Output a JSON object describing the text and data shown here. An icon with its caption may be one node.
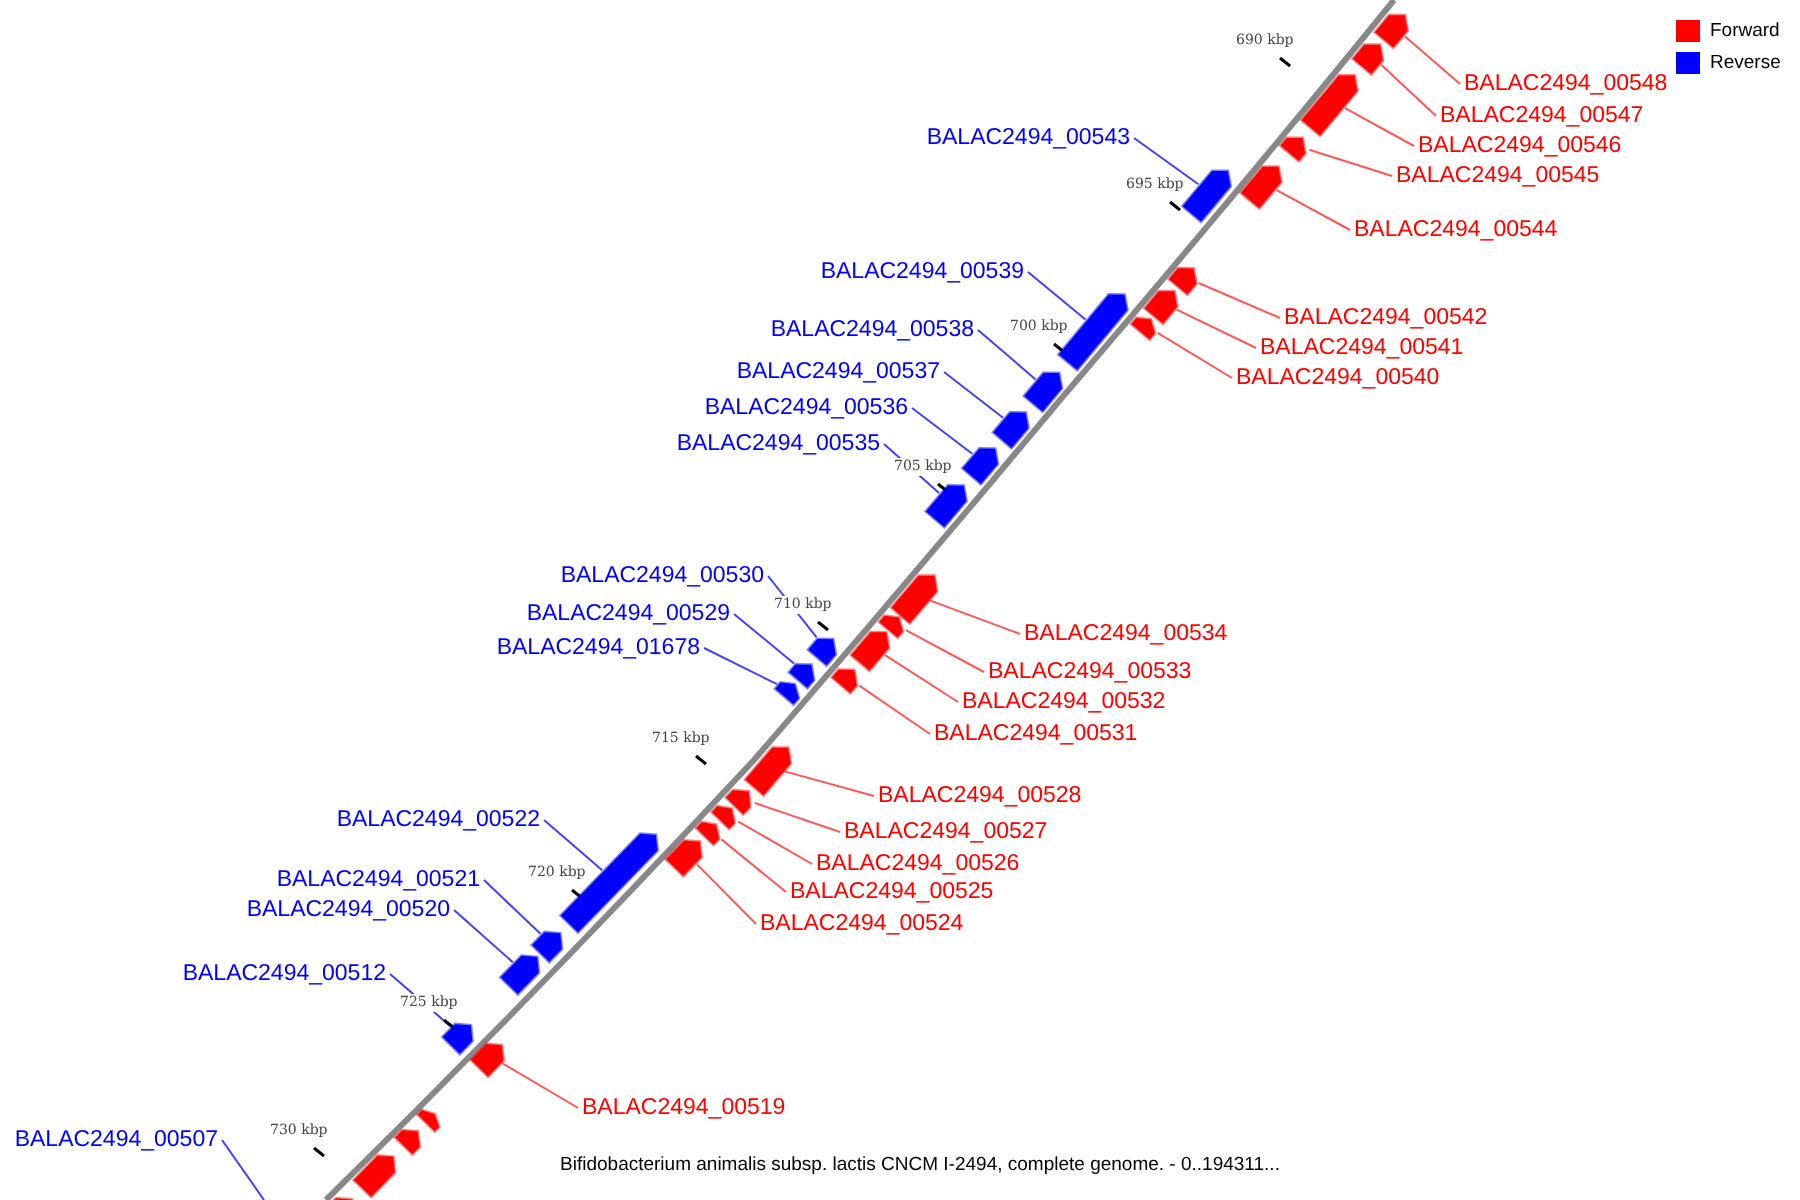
{
  "diagram": {
    "caption": "Bifidobacterium animalis subsp. lactis CNCM I-2494, complete genome. - 0..194311...",
    "nodes": [
      {
        "text": [
          "BALAC2494_00548"
        ]
      },
      {
        "text": [],
        "shape": "bar"
      },
      {
        "text": [
          "BALAC2494_00547"
        ]
      },
      {
        "text": [],
        "shape": "bar"
      },
      {
        "text": [
          "BALAC2494_00546"
        ]
      },
      {
        "text": [],
        "shape": "bar"
      },
      {
        "text": [
          "BALAC2494_00545"
        ]
      },
      {
        "text": [],
        "shape": "bar"
      },
      {
        "text": [
          "BALAC2494_00544"
        ]
      },
      {
        "text": [],
        "shape": "bar"
      },
      {
        "text": [
          "BALAC2494_00543"
        ]
      },
      {
        "text": [],
        "shape": "bar"
      },
      {
        "text": [
          "BALAC2494_00539"
        ]
      },
      {
        "text": [],
        "shape": "bar"
      },
      {
        "text": [
          "BALAC2494_00542"
        ]
      },
      {
        "text": [],
        "shape": "bar"
      },
      {
        "text": [
          "BALAC2494_00538"
        ]
      },
      {
        "text": [],
        "shape": "bar"
      },
      {
        "text": [
          "BALAC2494_00541"
        ]
      },
      {
        "text": [],
        "shape": "bar"
      },
      {
        "text": [
          "BALAC2494_00537"
        ]
      },
      {
        "text": [],
        "shape": "bar"
      },
      {
        "text": [
          "BALAC2494_00540"
        ]
      },
      {
        "text": [],
        "shape": "bar"
      },
      {
        "text": [
          "BALAC2494_00536"
        ]
      },
      {
        "text": [],
        "shape": "bar"
      },
      {
        "text": [
          "BALAC2494_00535"
        ]
      },
      {
        "text": [],
        "shape": "bar"
      },
      {
        "text": [
          "BALAC2494_00530"
        ]
      },
      {
        "text": [],
        "shape": "bar"
      },
      {
        "text": [
          "BALAC2494_00529"
        ]
      },
      {
        "text": [],
        "shape": "bar"
      },
      {
        "text": [
          "BALAC2494_00534"
        ]
      },
      {
        "text": [],
        "shape": "bar"
      },
      {
        "text": [
          "BALAC2494_01678"
        ]
      },
      {
        "text": [],
        "shape": "bar"
      },
      {
        "text": [
          "BALAC2494_00533"
        ]
      },
      {
        "text": [],
        "shape": "bar"
      },
      {
        "text": [
          "BALAC2494_00532"
        ]
      },
      {
        "text": [],
        "shape": "bar"
      },
      {
        "text": [
          "BALAC2494_00531"
        ]
      },
      {
        "text": [],
        "shape": "bar"
      },
      {
        "text": [
          "BALAC2494_00528"
        ]
      },
      {
        "text": [],
        "shape": "bar"
      },
      {
        "text": [
          "BALAC2494_00522"
        ]
      },
      {
        "text": [],
        "shape": "bar"
      },
      {
        "text": [
          "BALAC2494_00527"
        ]
      },
      {
        "text": [],
        "shape": "bar"
      },
      {
        "text": [
          "BALAC2494_00526"
        ]
      },
      {
        "text": [],
        "shape": "bar"
      },
      {
        "text": [
          "BALAC2494_00525"
        ]
      },
      {
        "text": [],
        "shape": "bar"
      },
      {
        "text": [
          "BALAC2494_00521"
        ]
      },
      {
        "text": [],
        "shape": "bar"
      },
      {
        "text": [
          "BALAC2494_00520"
        ]
      },
      {
        "text": [],
        "shape": "bar"
      },
      {
        "text": [
          "BALAC2494_00524"
        ]
      },
      {
        "text": [],
        "shape": "bar"
      },
      {
        "text": [
          "BALAC2494_00512"
        ]
      },
      {
        "text": [],
        "shape": "bar"
      },
      {
        "text": [
          "BALAC2494_00519"
        ]
      },
      {
        "text": [],
        "shape": "bar"
      },
      {
        "text": [
          "BALAC2494_00507"
        ]
      },
      {
        "text": [],
        "shape": "bar"
      },
      {
        "text": [],
        "shape": "bar"
      },
      {
        "text": [],
        "shape": "bar"
      },
      {
        "text": [],
        "shape": "bar"
      }
    ],
    "edges": [
      {
        "from": 0,
        "to": 1,
        "arrow": "none"
      },
      {
        "from": 2,
        "to": 3,
        "arrow": "none"
      },
      {
        "from": 4,
        "to": 5,
        "arrow": "none"
      },
      {
        "from": 6,
        "to": 7,
        "arrow": "none"
      },
      {
        "from": 8,
        "to": 9,
        "arrow": "none"
      },
      {
        "from": 10,
        "to": 11,
        "arrow": "none",
        "color": "#0000ff"
      },
      {
        "from": 12,
        "to": 13,
        "arrow": "none",
        "color": "#0000ff"
      },
      {
        "from": 14,
        "to": 15,
        "arrow": "none"
      },
      {
        "from": 16,
        "to": 17,
        "arrow": "none",
        "color": "#0000ff"
      },
      {
        "from": 18,
        "to": 19,
        "arrow": "none"
      },
      {
        "from": 20,
        "to": 21,
        "arrow": "none",
        "color": "#0000ff"
      },
      {
        "from": 22,
        "to": 23,
        "arrow": "none"
      },
      {
        "from": 24,
        "to": 25,
        "arrow": "none",
        "color": "#0000ff"
      },
      {
        "from": 26,
        "to": 27,
        "arrow": "none",
        "color": "#0000ff"
      },
      {
        "from": 28,
        "to": 29,
        "arrow": "none",
        "color": "#0000ff"
      },
      {
        "from": 30,
        "to": 31,
        "arrow": "none",
        "color": "#0000ff"
      },
      {
        "from": 32,
        "to": 33,
        "arrow": "none"
      },
      {
        "from": 34,
        "to": 35,
        "arrow": "none",
        "color": "#0000ff"
      },
      {
        "from": 36,
        "to": 37,
        "arrow": "none"
      },
      {
        "from": 38,
        "to": 39,
        "arrow": "none"
      },
      {
        "from": 40,
        "to": 41,
        "arrow": "none"
      },
      {
        "from": 42,
        "to": 43,
        "arrow": "none"
      },
      {
        "from": 44,
        "to": 45,
        "arrow": "none",
        "color": "#0000ff"
      },
      {
        "from": 46,
        "to": 47,
        "arrow": "none"
      },
      {
        "from": 48,
        "to": 49,
        "arrow": "none"
      },
      {
        "from": 50,
        "to": 51,
        "arrow": "none"
      },
      {
        "from": 52,
        "to": 53,
        "arrow": "none",
        "color": "#0000ff"
      },
      {
        "from": 54,
        "to": 55,
        "arrow": "none",
        "color": "#0000ff"
      },
      {
        "from": 56,
        "to": 57,
        "arrow": "none"
      },
      {
        "from": 58,
        "to": 59,
        "arrow": "none",
        "color": "#0000ff"
      },
      {
        "from": 60,
        "to": 61,
        "arrow": "none"
      },
      {
        "from": 62,
        "to": null,
        "arrow": "none",
        "color": "#0000ff"
      }
    ],
    "labels": [
      "690 kbp",
      "695 kbp",
      "700 kbp",
      "705 kbp",
      "710 kbp",
      "715 kbp",
      "720 kbp",
      "725 kbp",
      "730 kbp"
    ],
    "legend": [
      {
        "text": "Forward",
        "color": "#ff0000"
      },
      {
        "text": "Reverse",
        "color": "#0000ff"
      }
    ]
  }
}
